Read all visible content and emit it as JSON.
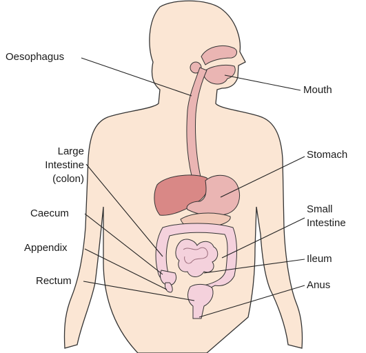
{
  "diagram": {
    "labels": {
      "oesophagus": "Oesophagus",
      "mouth": "Mouth",
      "large_intestine": [
        "Large",
        "Intestine",
        "(colon)"
      ],
      "stomach": "Stomach",
      "caecum": "Caecum",
      "small_intestine": [
        "Small",
        "Intestine"
      ],
      "appendix": "Appendix",
      "ileum": "Ileum",
      "rectum": "Rectum",
      "anus": "Anus"
    },
    "colors": {
      "skin": "#fbe6d4",
      "outline": "#333333",
      "organ_pink": "#eab5b3",
      "liver": "#d98886",
      "intestine": "#f4d1dc",
      "leader": "#222222"
    }
  }
}
